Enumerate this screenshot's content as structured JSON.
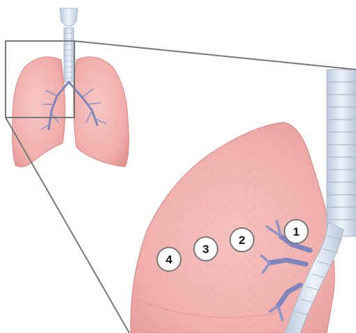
{
  "markers": [
    {
      "id": "marker-1",
      "label": "1"
    },
    {
      "id": "marker-2",
      "label": "2"
    },
    {
      "id": "marker-3",
      "label": "3"
    },
    {
      "id": "marker-4",
      "label": "4"
    }
  ],
  "colors": {
    "lung_fill": "#f2b3b0",
    "lung_shade": "#e59c99",
    "trachea": "#dfe8f3",
    "bronchi": "#8a8fc4",
    "callout_lines": "#777777",
    "marker_fill": "#ffffff",
    "marker_stroke": "#777777"
  },
  "icons": [
    "lungs-overview-illustration",
    "zoom-box",
    "lung-lobe-closeup-illustration"
  ]
}
